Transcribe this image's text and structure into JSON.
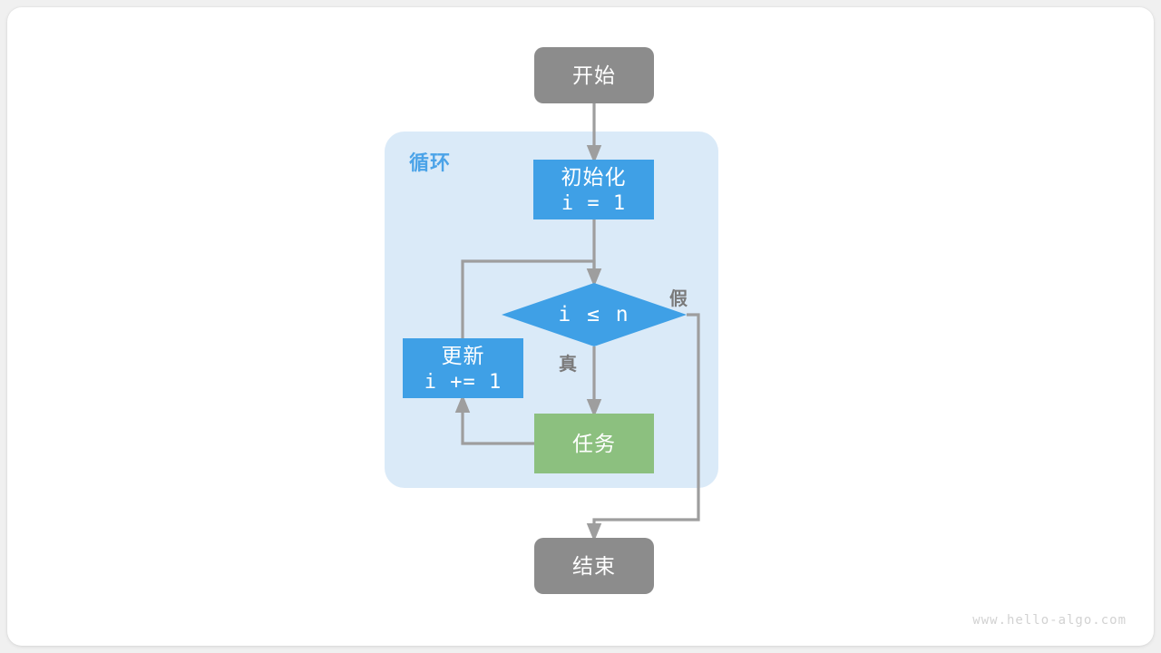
{
  "page": {
    "background_color": "#f0f0f0",
    "frame_color": "#ffffff",
    "watermark": "www.hello-algo.com"
  },
  "palette": {
    "terminal_gray": "#8c8c8c",
    "process_blue": "#3fa0e6",
    "process_green": "#8cc07f",
    "loop_container_blue": "#daeaf8",
    "loop_label_blue": "#4ba3e8",
    "edge_gray": "#9e9e9e",
    "edge_label_gray": "#7a7a7a",
    "watermark_gray": "#d2d2d2"
  },
  "diagram": {
    "type": "flowchart",
    "title": "循环",
    "loop_container": {
      "label": "循环"
    },
    "nodes": {
      "start": {
        "label": "开始",
        "shape": "terminal"
      },
      "init": {
        "line1": "初始化",
        "line2": "i = 1",
        "shape": "process"
      },
      "condition": {
        "label": "i ≤ n",
        "shape": "decision"
      },
      "update": {
        "line1": "更新",
        "line2": "i += 1",
        "shape": "process"
      },
      "task": {
        "label": "任务",
        "shape": "process"
      },
      "end": {
        "label": "结束",
        "shape": "terminal"
      }
    },
    "edge_labels": {
      "true": "真",
      "false": "假"
    }
  }
}
